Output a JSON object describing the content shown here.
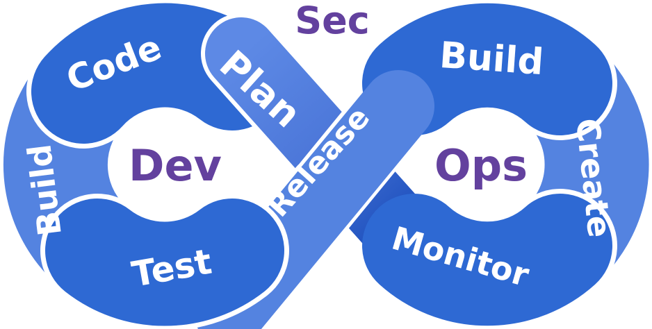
{
  "diagram": {
    "type": "devsecops-infinity-loop",
    "words": {
      "sec": "Sec",
      "dev": "Dev",
      "ops": "Ops"
    },
    "phases": {
      "code": "Code",
      "plan": "Plan",
      "release": "Release",
      "build_right": "Build",
      "create": "Create",
      "monitor": "Monitor",
      "test": "Test",
      "build_left": "Build"
    },
    "colors": {
      "loop_dark": "#2e69d3",
      "band_light": "#5483e0",
      "plan_gradient_start": "#5d89e5",
      "plan_gradient_mid": "#4c77d9",
      "plan_gradient_dark": "#2254c0",
      "plan_gradient_end": "#2b63cf",
      "purple": "#63419e",
      "label": "#ffffff",
      "background": "#ffffff"
    }
  }
}
